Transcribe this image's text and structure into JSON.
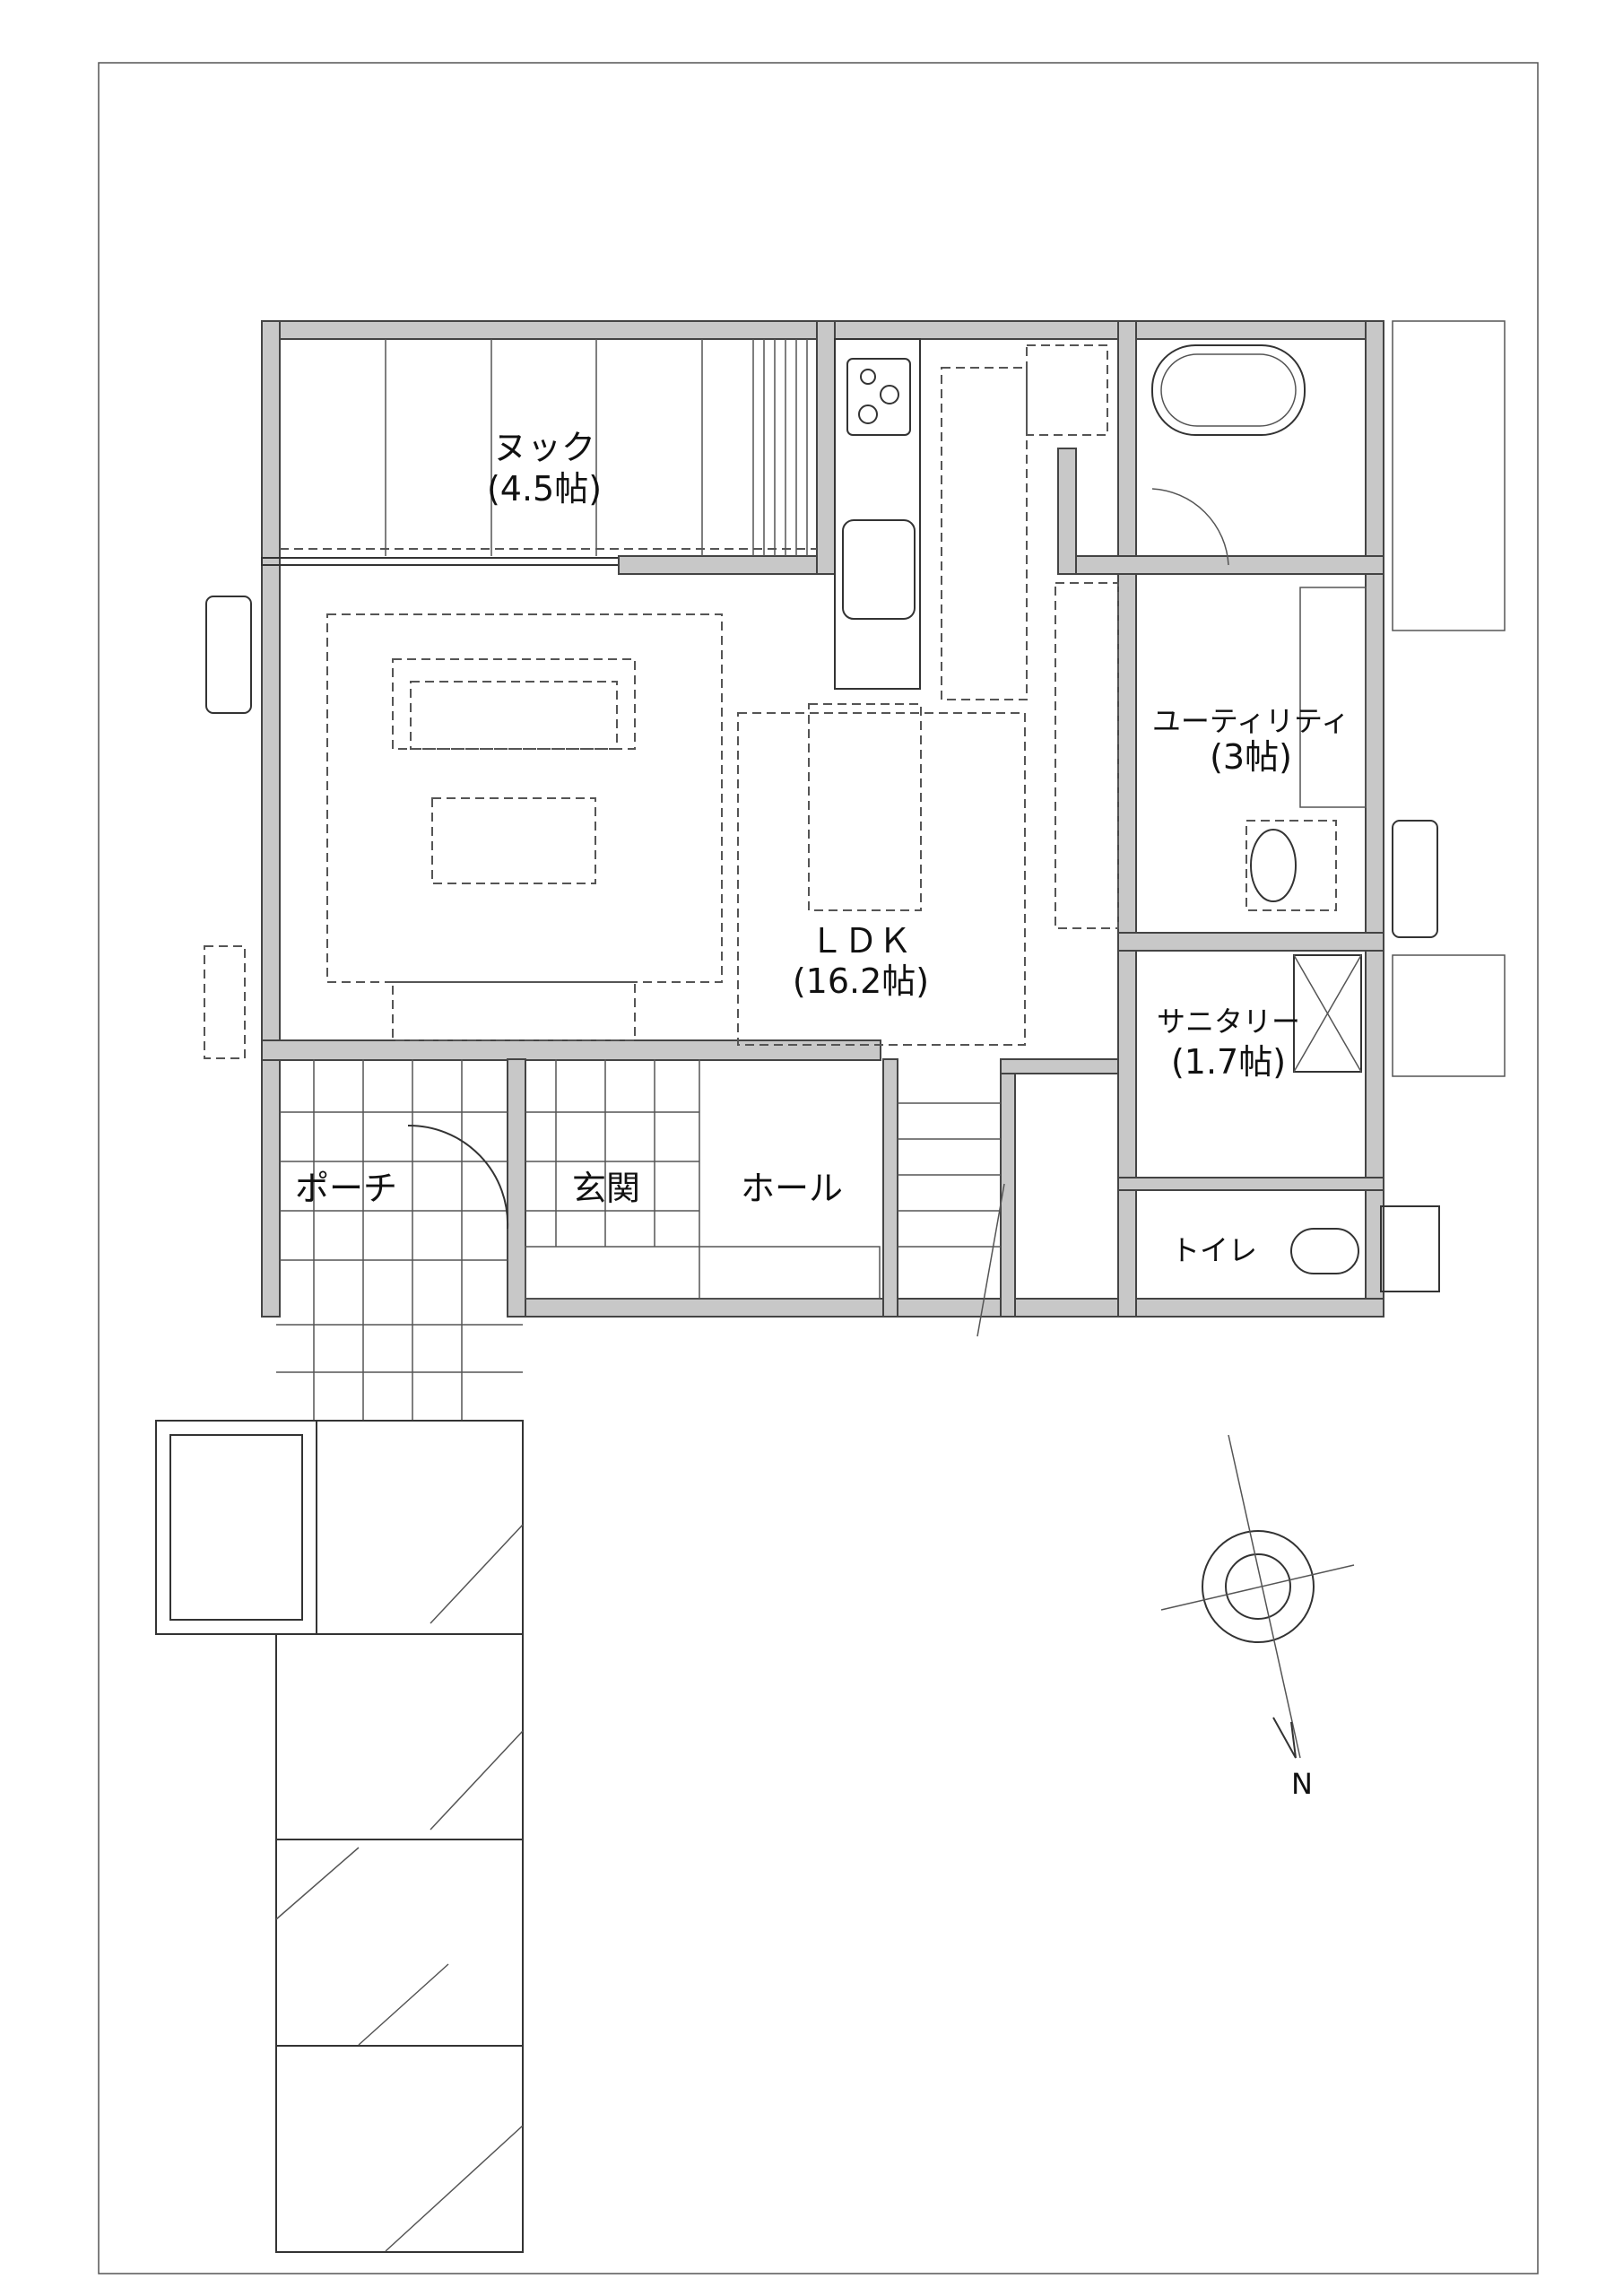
{
  "rooms": {
    "nook": {
      "name": "ヌック",
      "size": "(4.5帖)"
    },
    "ldk": {
      "name": "ＬＤＫ",
      "size": "(16.2帖)"
    },
    "utility": {
      "name": "ユーティリティ",
      "size": "(3帖)"
    },
    "sanitary": {
      "name": "サニタリー",
      "size": "(1.7帖)"
    },
    "toilet": {
      "name": "トイレ"
    },
    "porch": {
      "name": "ポーチ"
    },
    "entrance": {
      "name": "玄関"
    },
    "hall": {
      "name": "ホール"
    }
  },
  "compass": {
    "north_label": "N"
  }
}
